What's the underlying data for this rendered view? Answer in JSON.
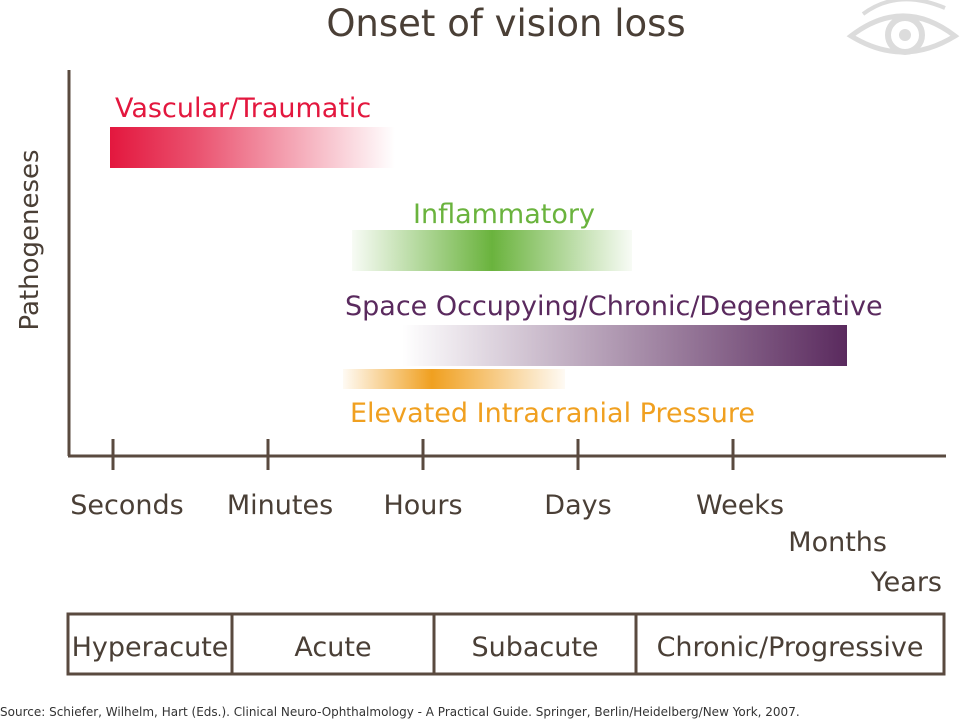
{
  "chart_data": {
    "type": "bar",
    "title": "Onset of vision loss",
    "ylabel": "Pathogeneses",
    "time_scale": [
      "Seconds",
      "Minutes",
      "Hours",
      "Days",
      "Weeks",
      "Months",
      "Years"
    ],
    "series": [
      {
        "name": "Vascular/Traumatic",
        "start": "Seconds",
        "end": "Hours",
        "peak": "Seconds",
        "color": "#e3173e"
      },
      {
        "name": "Inflammatory",
        "start": "Hours",
        "end": "Days",
        "peak": "Hours",
        "color": "#6ab33d"
      },
      {
        "name": "Space Occupying/Chronic/Degenerative",
        "start": "Hours",
        "end": "Months",
        "peak": "Months",
        "color": "#5a2a5e"
      },
      {
        "name": "Elevated Intracranial Pressure",
        "start": "Hours",
        "end": "Days",
        "peak": "Hours",
        "color": "#f0a020"
      }
    ],
    "phases": [
      "Hyperacute",
      "Acute",
      "Subacute",
      "Chronic/Progressive"
    ],
    "source": "Source: Schiefer, Wilhelm, Hart (Eds.). Clinical Neuro-Ophthalmology - A Practical Guide. Springer, Berlin/Heidelberg/New York, 2007.",
    "colors": {
      "axis": "#5a4a3f",
      "text": "#4a3f36",
      "logo": "#dcdcdc"
    },
    "icon": "eye-icon"
  }
}
